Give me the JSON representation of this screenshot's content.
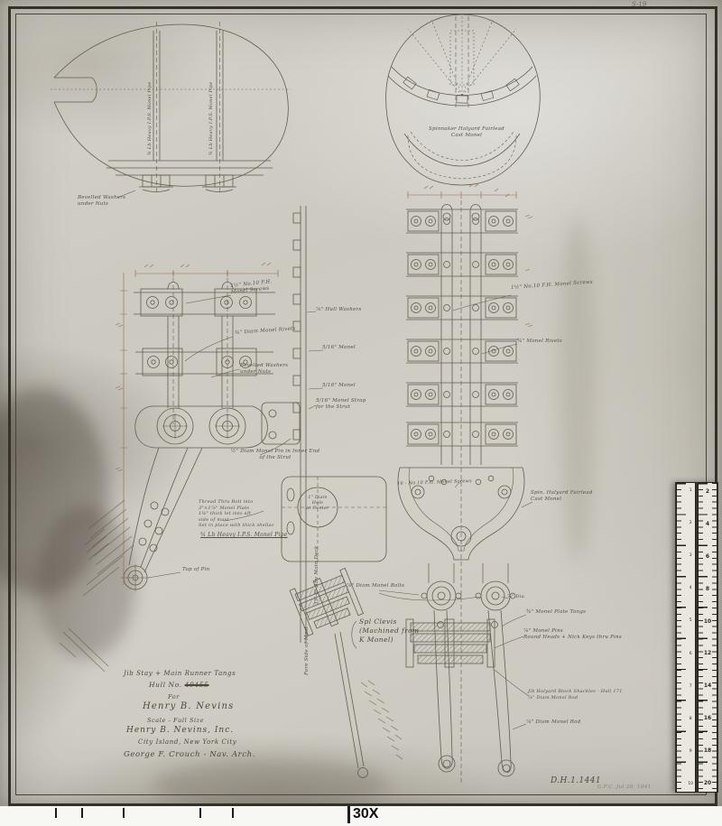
{
  "page": {
    "corner_note": "S-19",
    "photo_scale": "30X"
  },
  "footer": {
    "dwg_no": "D.H.1.1441",
    "date_note": "G.F.C.  Jul 26, 1941"
  },
  "title_block": {
    "l1": "Jib Stay + Main Runner Tangs",
    "hull_prefix": "Hull No.",
    "hull_no_struck": "40455",
    "for_label": "For",
    "client": "Henry B. Nevins",
    "scale": "Scale - Full Size",
    "builder": "Henry B. Nevins, Inc.",
    "builder_city": "City Island, New York City",
    "architect": "George F. Crouch - Nav. Arch."
  },
  "ann": {
    "bevel1": "Bevelled Washers\nunder Nuts",
    "pipe_rot1": "¾ Lb Heavy I.P.S. Monel Pipe",
    "pipe_rot2": "¾ Lb Heavy I.P.S. Monel Pipe",
    "spinnaker": "Spinnaker Halyard Fairlead\nCast   Monel",
    "screws_l": "1½\" No.10 F.H.\nMonel Screws",
    "hull_washers": "⅞\" Hull Washers",
    "rivets_l": "¾\" Diam Monel Rivets",
    "monel_a": "5/16\" Monel",
    "bevel2": "Bevelled Washers\nunder Nuts",
    "monel_b": "5/16\" Monel",
    "strap": "5/16\" Monel Strap\nfor the Strut",
    "pin_inner": "½\" Diam Monel Pin in Inner End\nof the Strut",
    "thread_note": "Thread Thru Bolt into\n3\"×1⅞\" Monel Plate\n1¼\" thick let into aft\nside of mast\nSet in place with thick shellac",
    "pipe": "¾ Lb Heavy I.P.S. Monel Pipe",
    "top_pin": "Top of Pin",
    "hole_center": "1\" Diam\nHole\nat Center",
    "abv_deck": "33'-6\" Abv Main Deck",
    "fore_side": "Fore Side of Mast",
    "spl_clevis": "Spl Clevis\n(Machined from\nK Monel)",
    "screws_r": "1½\" No.10 F.H. Monel Screws",
    "rivets_r": "¾\" Monel Rivets",
    "screws_16": "16 - No.10 F.H. Monel Screws",
    "spin_fairlead": "Spin. Halyard Fairlead\nCast   Monel",
    "bolts": "⅞\" Diam Monel Bolts",
    "dia": "⅞\" Dia.",
    "plate_tangs": "¾\" Monel Plate Tangs",
    "pins": "⅞\" Monel Pins\nRound Heads + Nick Keys thru Pins",
    "shackles": "Jib Halyard Block Shackles - Hull 171\n⅞\" Diam Monel Rod",
    "rod": "⅞\" Diam Monel Rod"
  },
  "ruler": {
    "left_numbers": [
      "1",
      "2",
      "3",
      "4",
      "5",
      "6",
      "7",
      "8",
      "9",
      "10"
    ],
    "right_numbers": [
      "2",
      "4",
      "6",
      "8",
      "10",
      "12",
      "14",
      "16",
      "18",
      "20"
    ]
  }
}
